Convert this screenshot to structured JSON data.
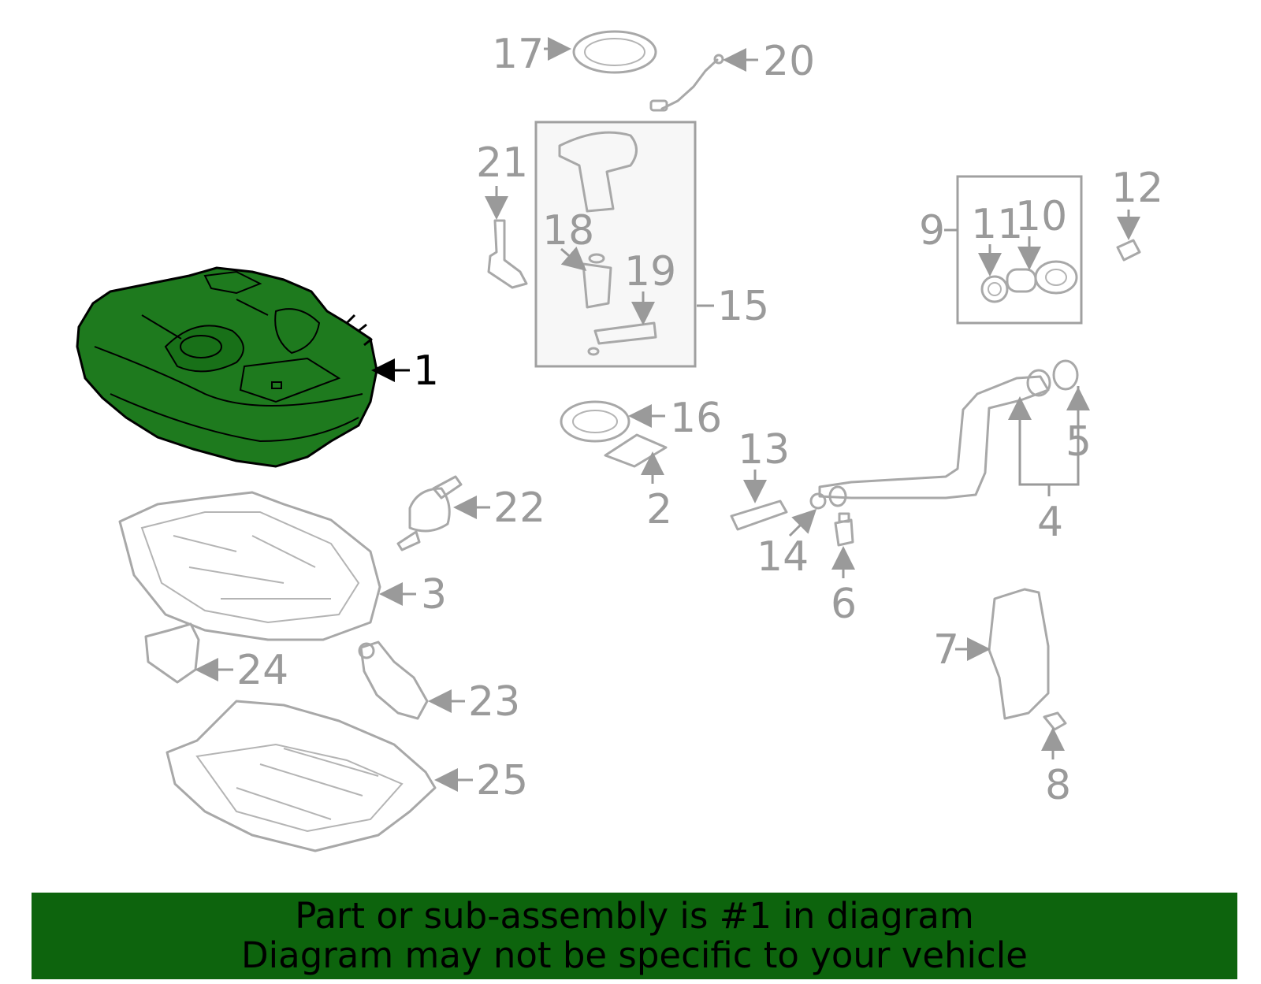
{
  "callouts": {
    "c1": "1",
    "c2": "2",
    "c3": "3",
    "c4": "4",
    "c5": "5",
    "c6": "6",
    "c7": "7",
    "c8": "8",
    "c9": "9",
    "c10": "10",
    "c11": "11",
    "c12": "12",
    "c13": "13",
    "c14": "14",
    "c15": "15",
    "c16": "16",
    "c17": "17",
    "c18": "18",
    "c19": "19",
    "c20": "20",
    "c21": "21",
    "c22": "22",
    "c23": "23",
    "c24": "24",
    "c25": "25"
  },
  "highlight": {
    "part": "1",
    "color": "#1e7a1e",
    "banner_color": "#0d640d"
  },
  "banner": {
    "line1": "Part or sub-assembly is #1 in diagram",
    "line2": "Diagram may not be specific to your vehicle"
  }
}
